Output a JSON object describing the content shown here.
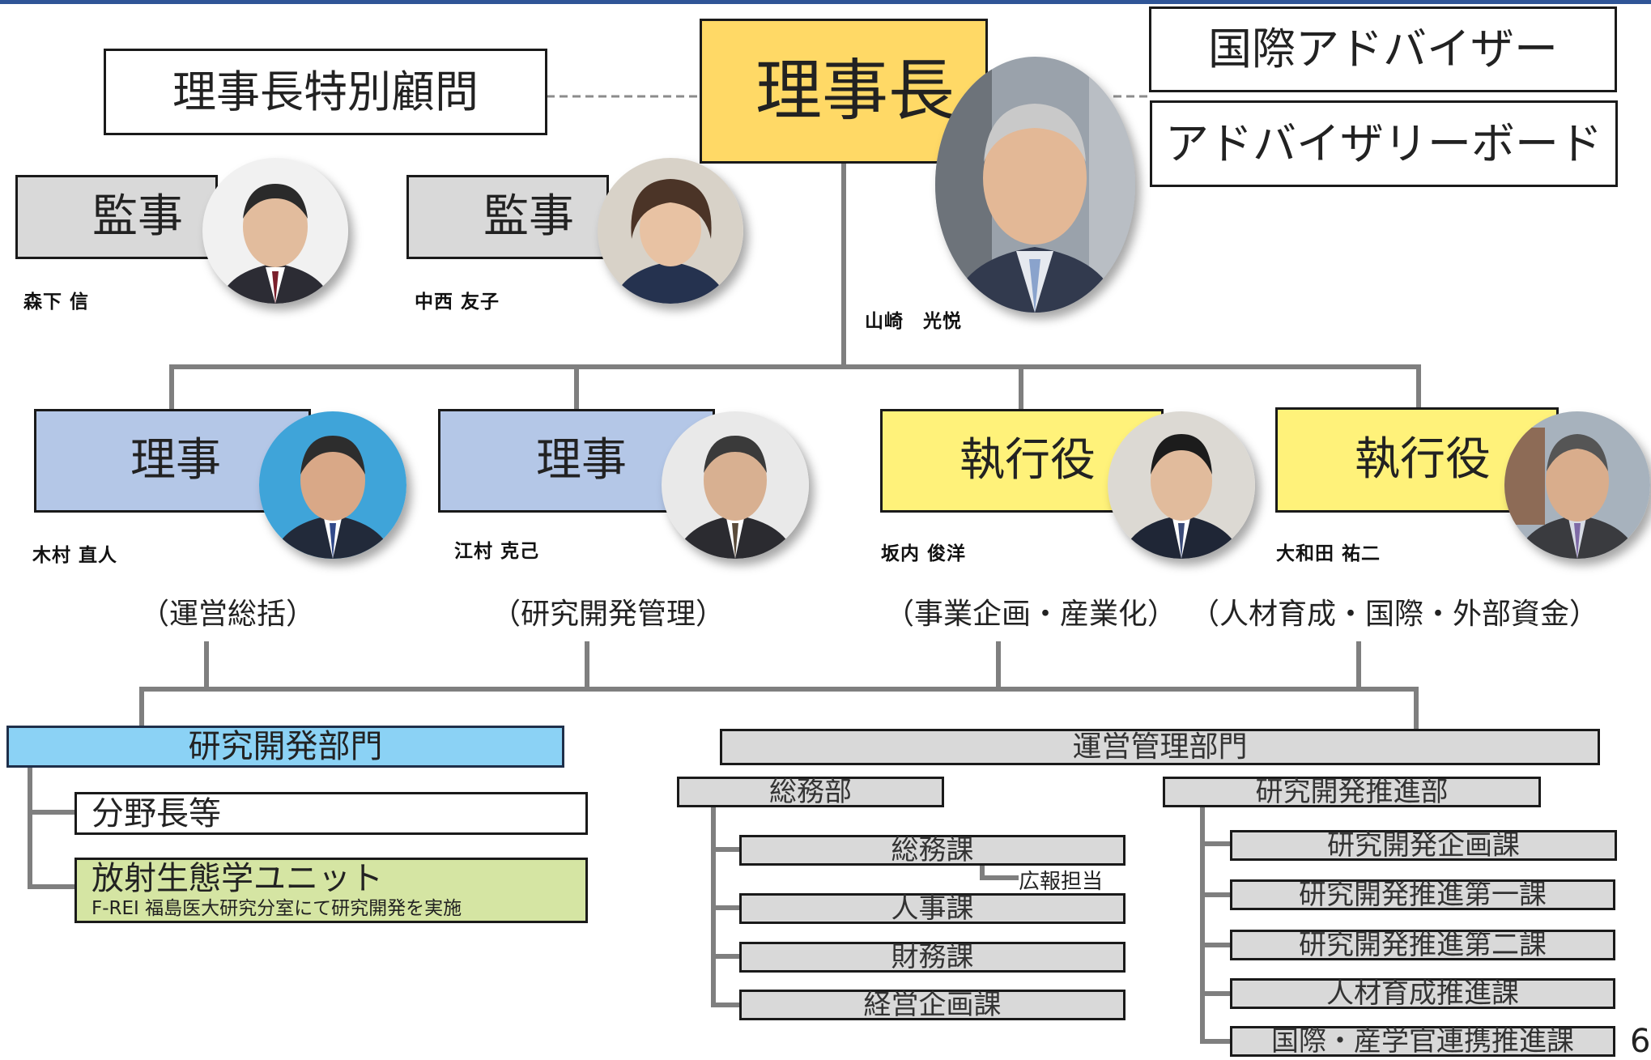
{
  "chairman": {
    "title": "理事長",
    "name": "山崎　光悦"
  },
  "special_advisor": "理事長特別顧問",
  "international_advisor": "国際アドバイザー",
  "advisory_board": "アドバイザリーボード",
  "auditors": [
    {
      "title": "監事",
      "name": "森下 信"
    },
    {
      "title": "監事",
      "name": "中西 友子"
    }
  ],
  "directors": [
    {
      "title": "理事",
      "name": "木村 直人",
      "role": "（運営総括）"
    },
    {
      "title": "理事",
      "name": "江村 克己",
      "role": "（研究開発管理）"
    },
    {
      "title": "執行役",
      "name": "坂内 俊洋",
      "role": "（事業企画・産業化）"
    },
    {
      "title": "執行役",
      "name": "大和田 祐二",
      "role": "（人材育成・国際・外部資金）"
    }
  ],
  "rd_division": {
    "title": "研究開発部門",
    "items": [
      {
        "label": "分野長等"
      },
      {
        "label": "放射生態学ユニット",
        "note": "F-REI 福島医大研究分室にて研究開発を実施"
      }
    ]
  },
  "admin_division": {
    "title": "運営管理部門",
    "general_affairs": {
      "title": "総務部",
      "sections": [
        "総務課",
        "人事課",
        "財務課",
        "経営企画課"
      ],
      "pr": "広報担当"
    },
    "rd_promotion": {
      "title": "研究開発推進部",
      "sections": [
        "研究開発企画課",
        "研究開発推進第一課",
        "研究開発推進第二課",
        "人材育成推進課",
        "国際・産学官連携推進課"
      ]
    }
  },
  "page_number": "6",
  "colors": {
    "chairman": "#ffd966",
    "auditor": "#d9d9d9",
    "director": "#b4c7e7",
    "executive": "#fff27a",
    "rd_division": "#8bd2f5",
    "radioecology": "#d5e5a3",
    "connector": "#7f7f7f",
    "top_bar": "#2f5597"
  }
}
